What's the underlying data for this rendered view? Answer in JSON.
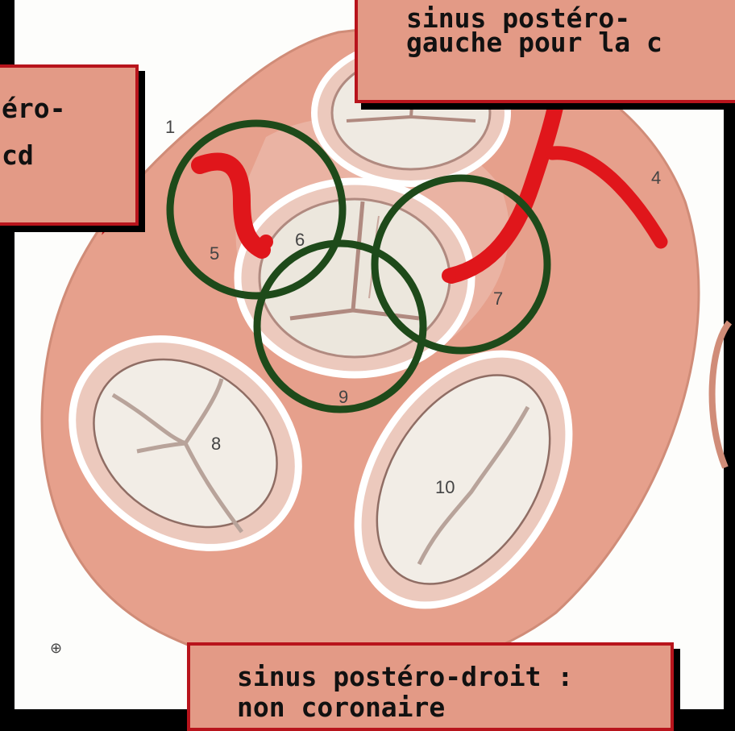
{
  "labels": {
    "n1": "1",
    "n4": "4",
    "n5": "5",
    "n6": "6",
    "n7": "7",
    "n8": "8",
    "n9": "9",
    "n10": "10",
    "mark": "⊕"
  },
  "callouts": {
    "top": {
      "line1": "sinus postéro-",
      "line2": "gauche pour la c"
    },
    "left": {
      "line1": "éro-",
      "line2": "cd"
    },
    "bottom": {
      "line1": "sinus postéro-droit :",
      "line2": "non coronaire"
    }
  },
  "colors": {
    "background": "#000000",
    "panel": "#fdfdfb",
    "tissue": "#e6a08c",
    "artery": "#e0161b",
    "highlight_circle": "#1e4a1a",
    "callout_fill": "#e39a86",
    "callout_border": "#b8141c"
  }
}
